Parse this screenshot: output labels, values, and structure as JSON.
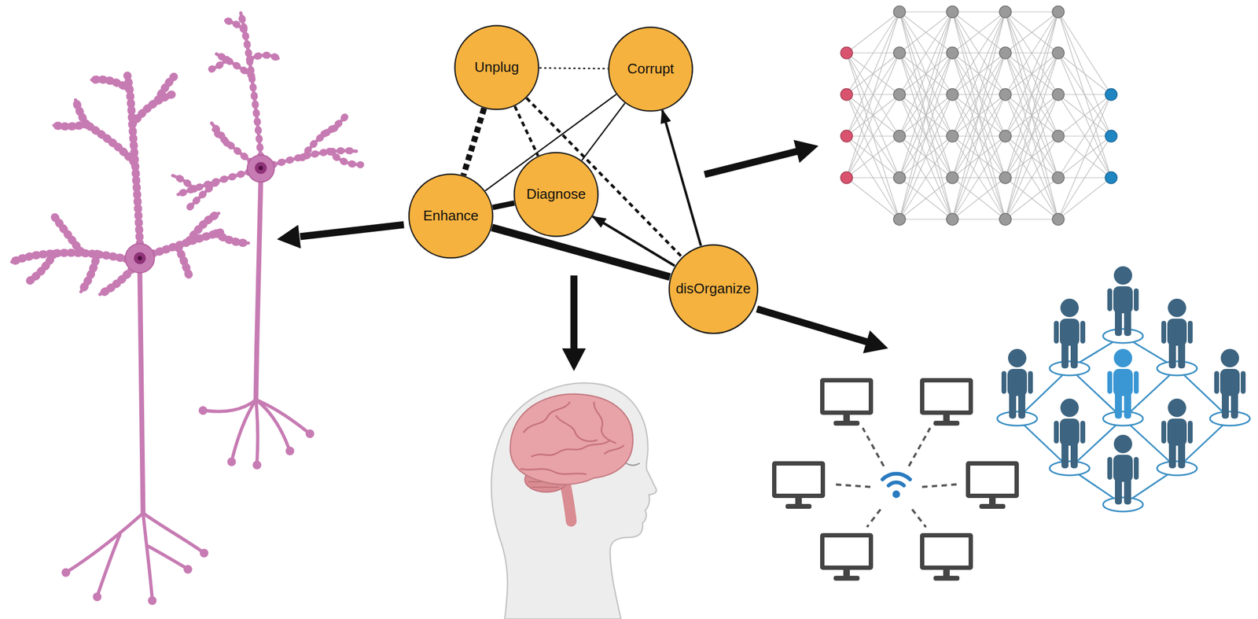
{
  "diagram": {
    "nodes": [
      {
        "text": [
          "Unplug"
        ]
      },
      {
        "text": [
          "Corrupt"
        ]
      },
      {
        "text": [
          "Enhance"
        ]
      },
      {
        "text": [
          "Diagnose"
        ]
      },
      {
        "text": [
          "disOrganize"
        ]
      }
    ],
    "edges": [
      {
        "from": 0,
        "to": 1,
        "arrow": "none"
      },
      {
        "from": 0,
        "to": 2,
        "arrow": "none"
      },
      {
        "from": 0,
        "to": 3,
        "arrow": "none"
      },
      {
        "from": 0,
        "to": 4,
        "arrow": "none"
      },
      {
        "from": 1,
        "to": 2,
        "arrow": "none"
      },
      {
        "from": 1,
        "to": 3,
        "arrow": "none"
      },
      {
        "from": 4,
        "to": 1,
        "arrow": "to"
      },
      {
        "from": 4,
        "to": 3,
        "arrow": "to"
      },
      {
        "from": 2,
        "to": 3,
        "arrow": "none"
      },
      {
        "from": 2,
        "to": 4,
        "arrow": "none"
      }
    ]
  }
}
